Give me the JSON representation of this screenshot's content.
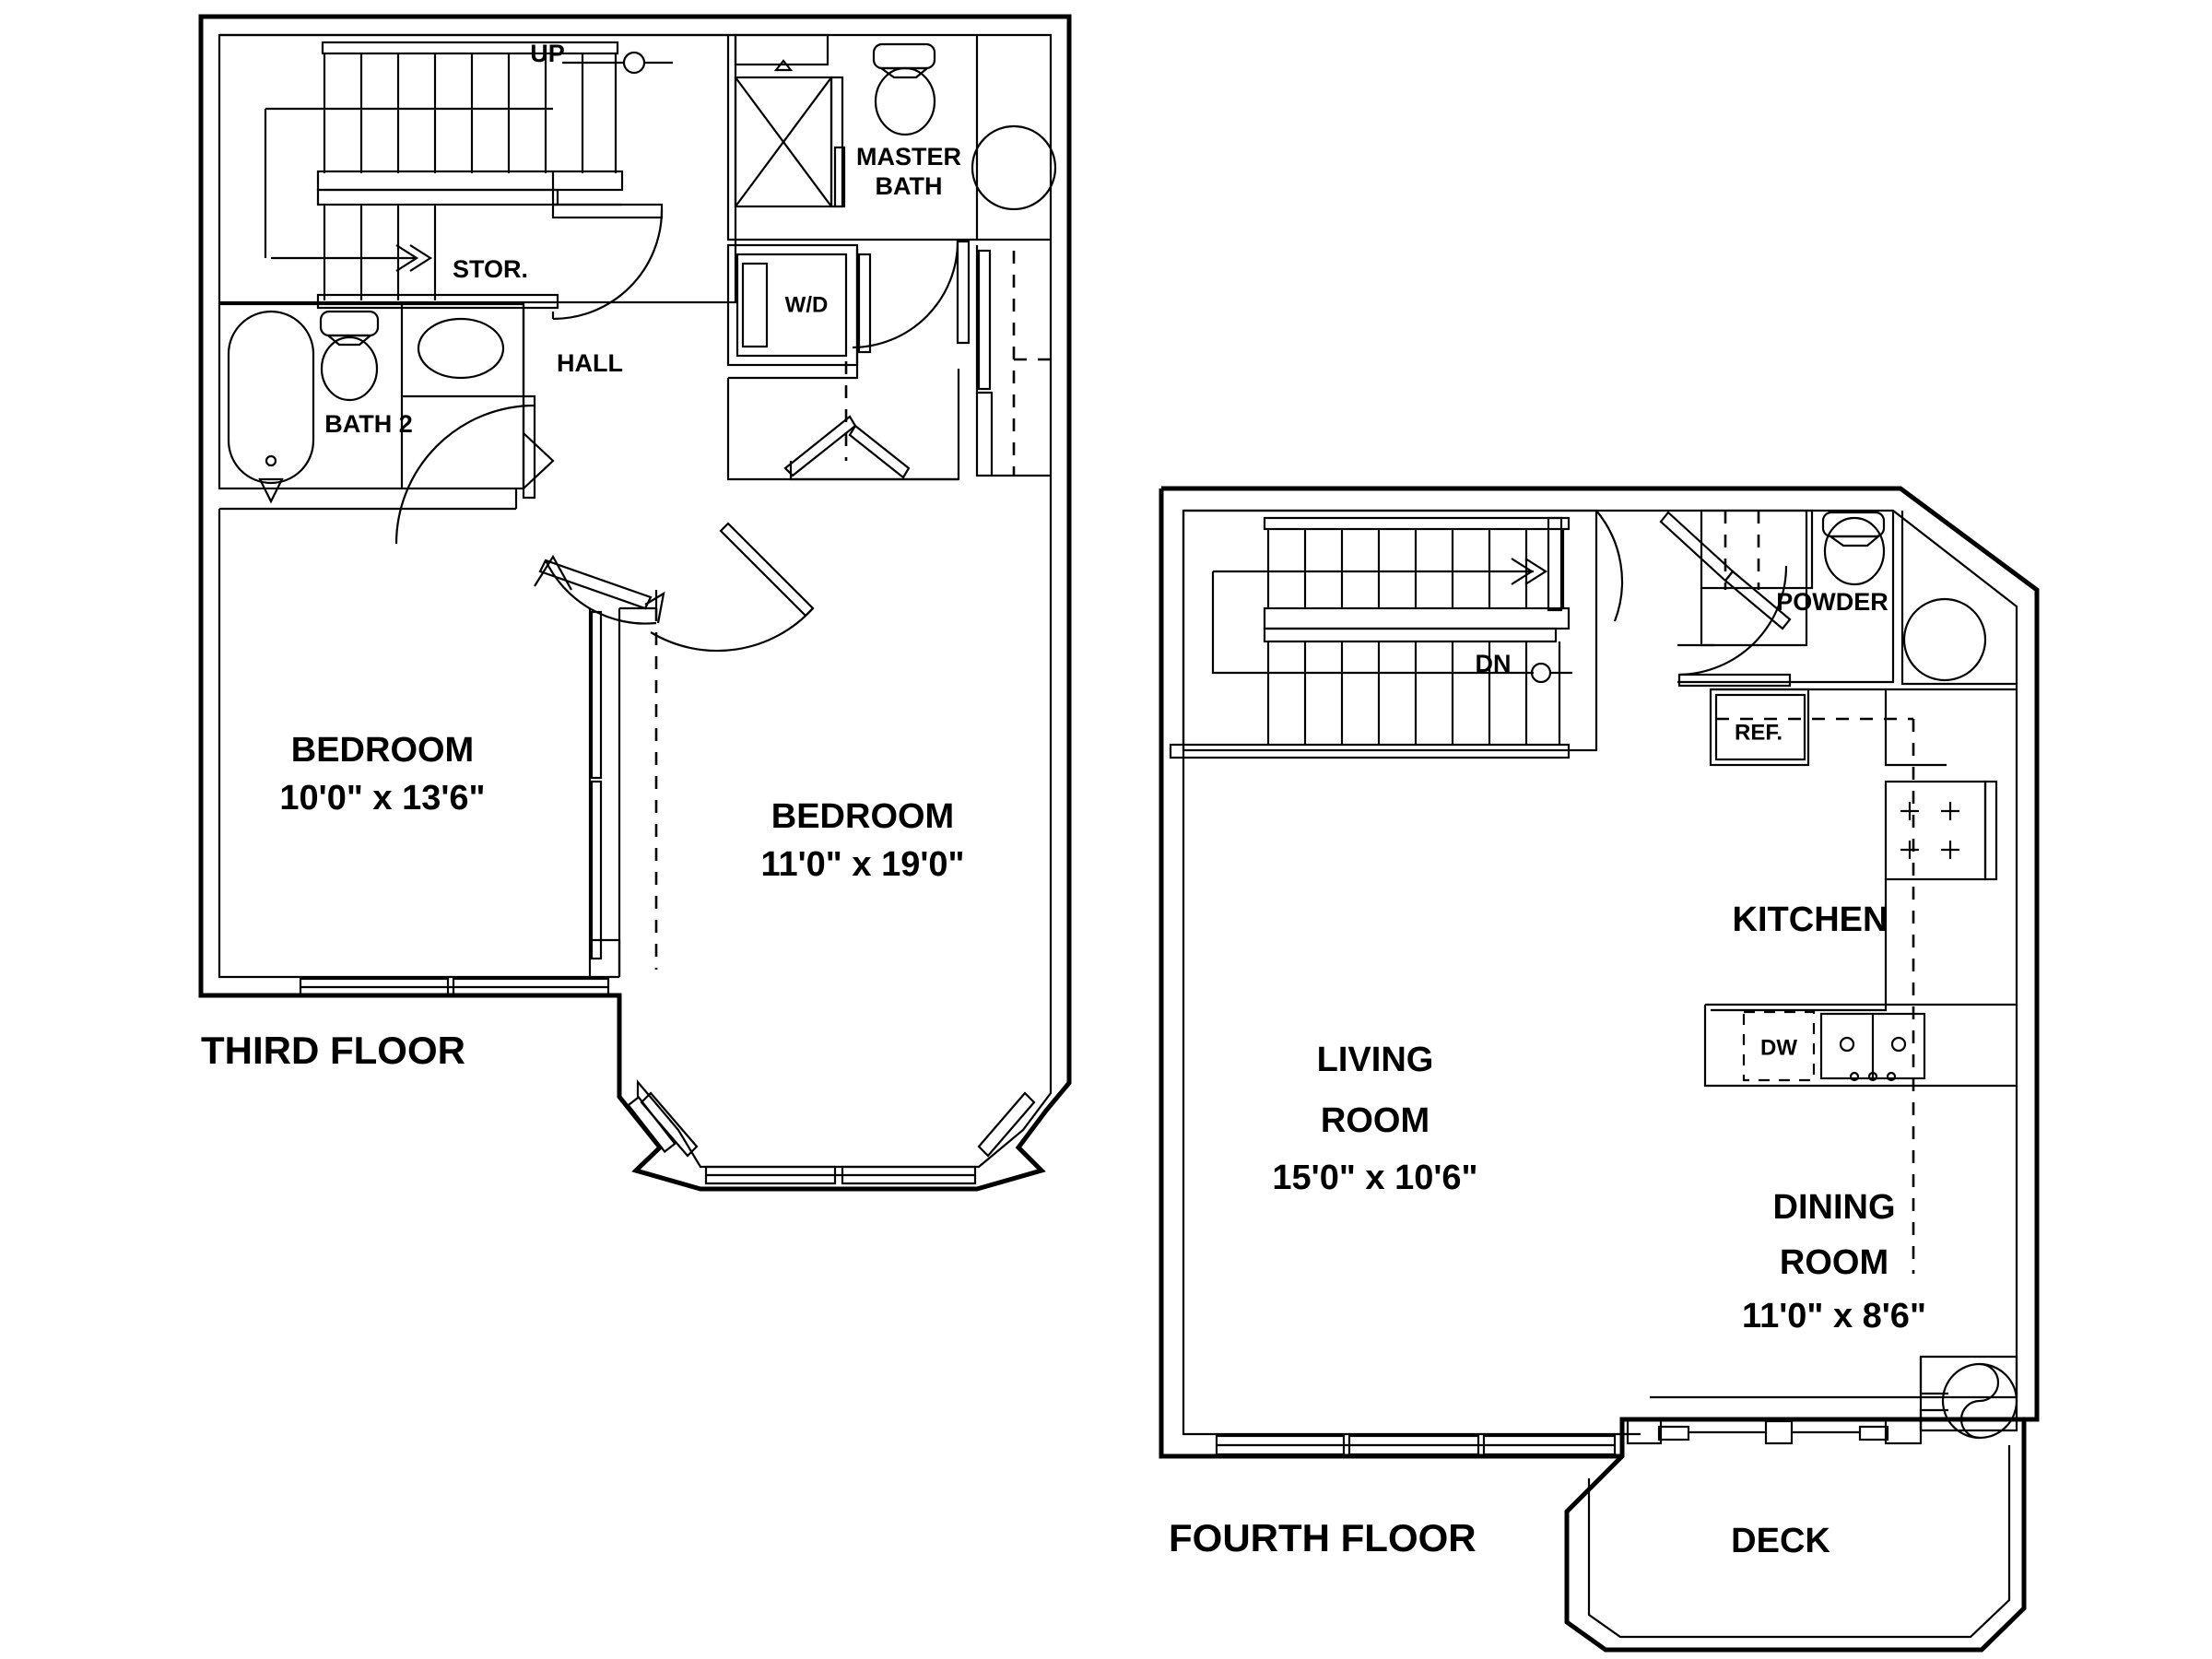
{
  "document": {
    "type": "floor-plan",
    "title": "Two-Level Townhome Floor Plan",
    "line_color": "#000000",
    "background_color": "#ffffff"
  },
  "floors": [
    {
      "id": "third",
      "caption": "THIRD FLOOR",
      "rooms": [
        {
          "name": "BEDROOM",
          "dimensions": "10'0\" x 13'6\""
        },
        {
          "name": "BEDROOM",
          "dimensions": "11'0\" x 19'0\""
        },
        {
          "name": "MASTER BATH",
          "dimensions": ""
        },
        {
          "name": "BATH 2",
          "dimensions": ""
        },
        {
          "name": "HALL",
          "dimensions": ""
        },
        {
          "name": "STOR.",
          "dimensions": ""
        }
      ],
      "labels": {
        "bedroom1_name": "BEDROOM",
        "bedroom1_dim": "10'0\" x 13'6\"",
        "bedroom2_name": "BEDROOM",
        "bedroom2_dim": "11'0\" x 19'0\"",
        "master_bath_line1": "MASTER",
        "master_bath_line2": "BATH",
        "bath2": "BATH 2",
        "hall": "HALL",
        "storage": "STOR.",
        "washer_dryer": "W/D",
        "stair_direction": "UP"
      }
    },
    {
      "id": "fourth",
      "caption": "FOURTH FLOOR",
      "rooms": [
        {
          "name": "LIVING ROOM",
          "dimensions": "15'0\" x 10'6\""
        },
        {
          "name": "DINING ROOM",
          "dimensions": "11'0\" x 8'6\""
        },
        {
          "name": "KITCHEN",
          "dimensions": ""
        },
        {
          "name": "POWDER",
          "dimensions": ""
        },
        {
          "name": "DECK",
          "dimensions": ""
        }
      ],
      "labels": {
        "living_line1": "LIVING",
        "living_line2": "ROOM",
        "living_dim": "15'0\" x 10'6\"",
        "dining_line1": "DINING",
        "dining_line2": "ROOM",
        "dining_dim": "11'0\" x 8'6\"",
        "kitchen": "KITCHEN",
        "powder": "POWDER",
        "deck": "DECK",
        "refrigerator": "REF.",
        "dishwasher": "DW",
        "stair_direction": "DN"
      }
    }
  ]
}
